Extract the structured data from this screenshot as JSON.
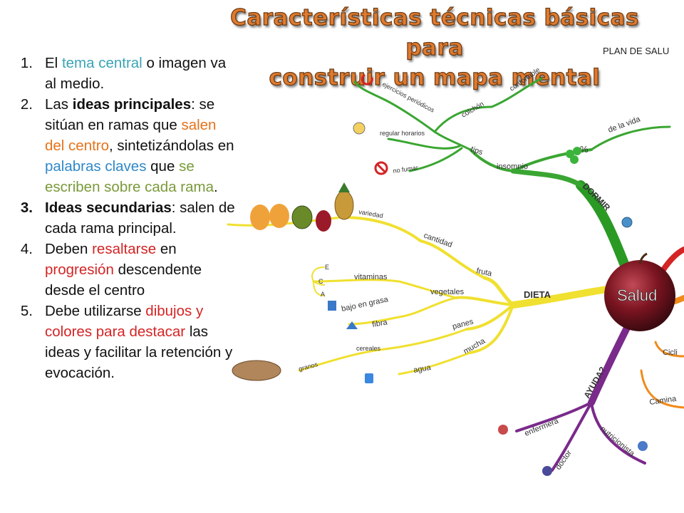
{
  "title": {
    "line1": "Características técnicas básicas para",
    "line2": "construir un mapa mental"
  },
  "list": {
    "item1": {
      "num": "1.",
      "a": "El ",
      "b": "tema central",
      "c": " o imagen va al medio."
    },
    "item2": {
      "num": "2.",
      "a": "Las ",
      "b": "ideas principales",
      "c": ": se sitúan en ramas que ",
      "d": "salen del centro",
      "e": ", sintetizándolas en ",
      "f": "palabras claves",
      "g": " que ",
      "h": "se escriben sobre cada rama",
      "i": "."
    },
    "item3": {
      "num": "3.",
      "a": "Ideas secundarias",
      "b": ": salen de cada rama principal."
    },
    "item4": {
      "num": "4.",
      "a": "Deben ",
      "b": "resaltarse",
      "c": " en ",
      "d": "progresión",
      "e": " descendente desde el centro"
    },
    "item5": {
      "num": "5.",
      "a": "Debe utilizarse ",
      "b": "dibujos y colores para destacar",
      "c": " las ideas y facilitar la retención y evocación."
    }
  },
  "mindmap": {
    "header": "PLAN DE SALU",
    "center": "Salud",
    "branches": {
      "dormir": "DORMIR",
      "dieta": "DIETA",
      "ayuda": "AYUDA?",
      "ciclismo": "Cicli",
      "caminar": "Camina"
    },
    "dormir_words": {
      "tips": "tips",
      "insomnio": "insomnio",
      "de_la_vida": "de la vida",
      "colchon": "colchón",
      "confortable": "confortable",
      "ejercicios": "ejercicios periódicos",
      "horarios": "regular horarios",
      "no_fumar": "no fumar",
      "percent": "%"
    },
    "dieta_words": {
      "fruta": "fruta",
      "cantidad": "cantidad",
      "variedad": "variedad",
      "vegetales": "vegetales",
      "vitaminas": "vitaminas",
      "vit_e": "E",
      "vit_c": "C",
      "vit_a": "A",
      "bajo_en_grasa": "bajo en grasa",
      "fibra": "fibra",
      "panes": "panes",
      "mucha": "mucha",
      "cereales": "cereales",
      "granos": "granos",
      "agua": "agua"
    },
    "ayuda_words": {
      "enfermera": "enfermera",
      "doctor": "doctor",
      "nutricionista": "nutricionista"
    }
  }
}
